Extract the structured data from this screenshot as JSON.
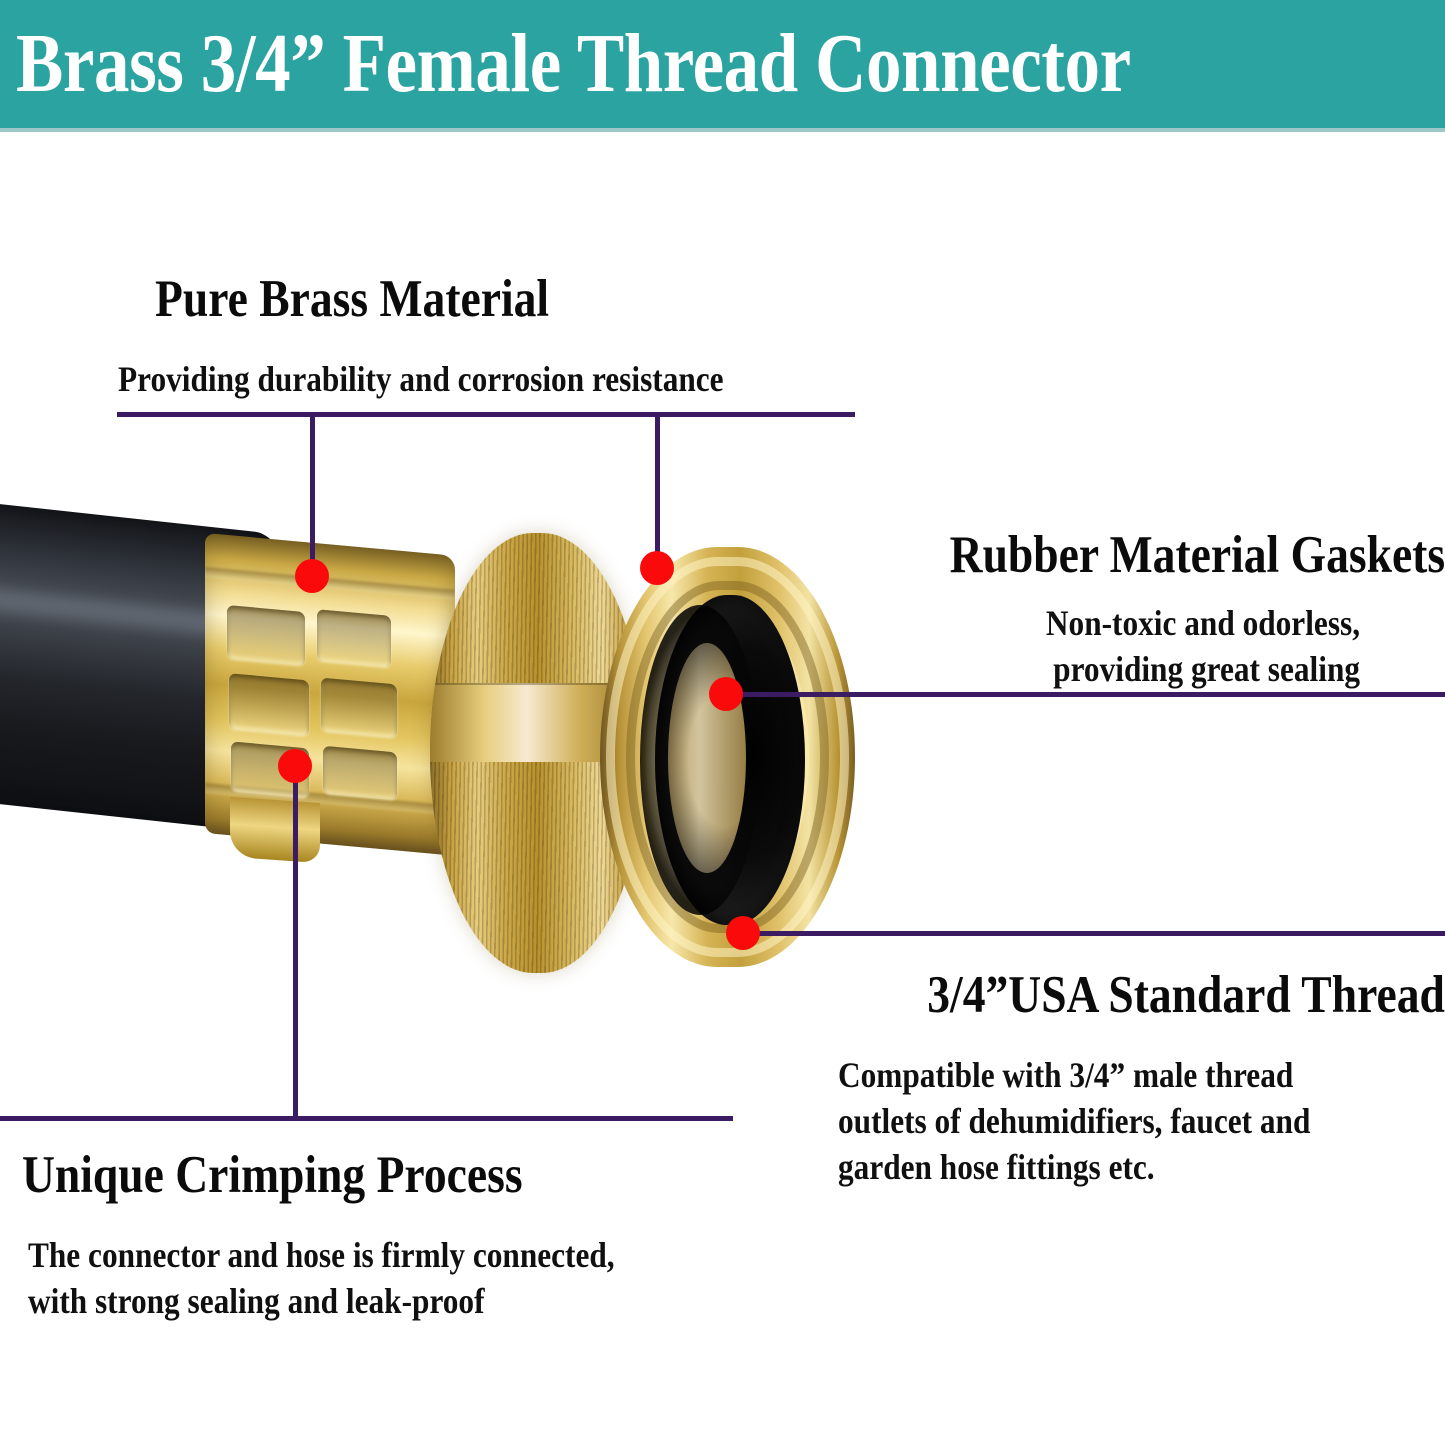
{
  "banner": {
    "title": "Brass 3/4” Female Thread Connector",
    "background_color": "#2ba3a0",
    "text_color": "#ffffff"
  },
  "theme": {
    "line_color": "#3b1c63",
    "marker_color": "#fa0a0a",
    "heading_color": "#0b0b0b"
  },
  "product": {
    "name": "Brass 3/4” Female Thread Connector",
    "hose_color": "#1a1d22",
    "brass_color": "#d6b455"
  },
  "callouts": [
    {
      "id": "pure-brass-material",
      "heading": "Pure Brass Material",
      "body": "Providing durability and corrosion resistance",
      "align": "left"
    },
    {
      "id": "rubber-material-gaskets",
      "heading": "Rubber Material Gaskets",
      "body": "Non-toxic and odorless,\nproviding great sealing",
      "align": "right"
    },
    {
      "id": "usa-standard-thread",
      "heading": "3/4”USA Standard Thread",
      "body": "Compatible with 3/4” male thread\noutlets of dehumidifiers, faucet and\ngarden hose fittings etc.",
      "align": "left"
    },
    {
      "id": "unique-crimping-process",
      "heading": "Unique Crimping Process",
      "body": "The connector and hose is firmly connected,\nwith strong sealing and leak-proof",
      "align": "left"
    }
  ],
  "markers": [
    {
      "id": "marker-brass-ferrule",
      "label": "pure-brass-material"
    },
    {
      "id": "marker-knurled-nut",
      "label": "pure-brass-material"
    },
    {
      "id": "marker-rubber-gasket",
      "label": "rubber-material-gaskets"
    },
    {
      "id": "marker-thread",
      "label": "usa-standard-thread"
    },
    {
      "id": "marker-crimp",
      "label": "unique-crimping-process"
    }
  ]
}
